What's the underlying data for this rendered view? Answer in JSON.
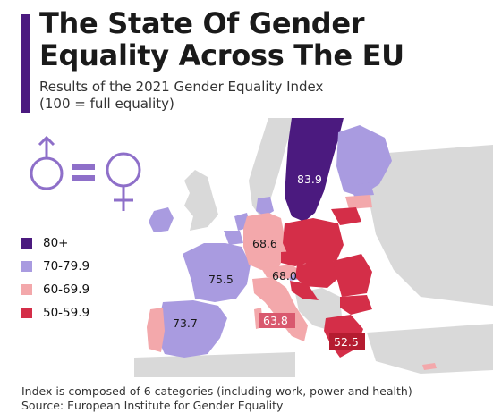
{
  "header": {
    "title_line1": "The State Of Gender",
    "title_line2": "Equality Across The EU",
    "subtitle_line1": "Results of the 2021 Gender Equality Index",
    "subtitle_line2": "(100 = full equality)"
  },
  "colors": {
    "accent": "#4b1a7f",
    "band_80_plus": "#4b1a7f",
    "band_70_79": "#a99be0",
    "band_60_69": "#f3a8ab",
    "band_50_59": "#d42e48",
    "non_eu": "#d9d9d9",
    "sea": "#ffffff",
    "symbol": "#8e6fc9"
  },
  "legend": [
    {
      "label": "80+",
      "color": "#4b1a7f"
    },
    {
      "label": "70-79.9",
      "color": "#a99be0"
    },
    {
      "label": "60-69.9",
      "color": "#f3a8ab"
    },
    {
      "label": "50-59.9",
      "color": "#d42e48"
    }
  ],
  "map_labels": {
    "sweden": "83.9",
    "france": "75.5",
    "germany": "68.6",
    "czechia": "68.0",
    "spain": "73.7",
    "italy": "63.8",
    "greece": "52.5"
  },
  "icons": {
    "gender_symbol": "male-equals-female-icon"
  },
  "footer": {
    "note": "Index is composed of 6 categories (including work, power and health)",
    "source": "Source: European Institute for Gender Equality"
  }
}
